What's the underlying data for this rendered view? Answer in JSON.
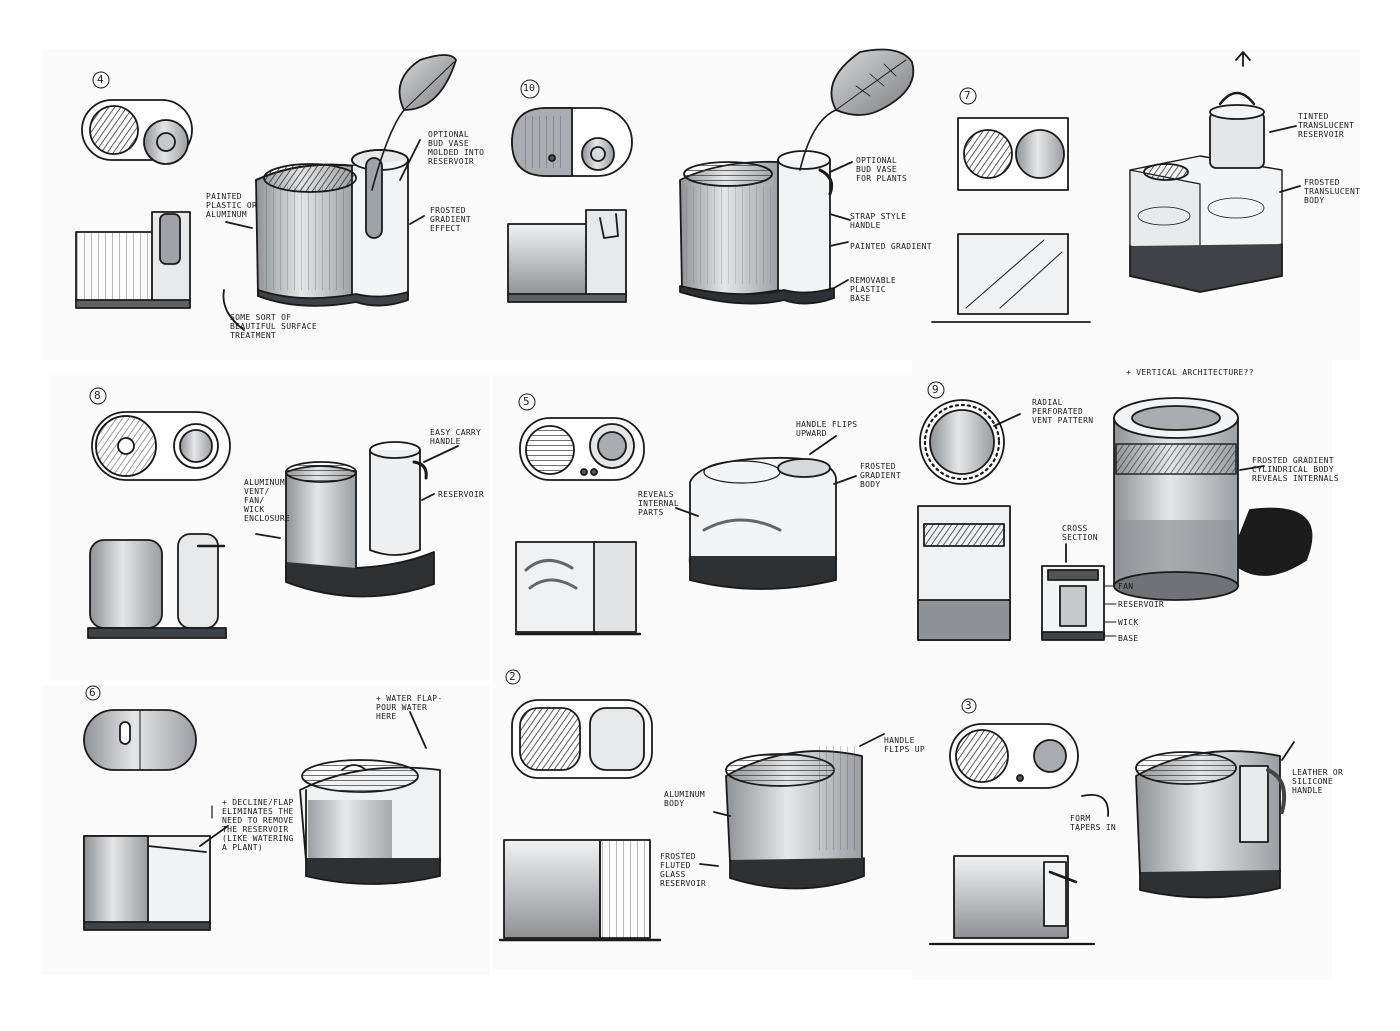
{
  "concepts": {
    "c4": {
      "number": "4",
      "notes": {
        "material": [
          "PAINTED",
          "PLASTIC OR",
          "ALUMINUM"
        ],
        "vase": [
          "OPTIONAL",
          "BUD VASE",
          "MOLDED INTO",
          "RESERVOIR"
        ],
        "frosted": [
          "FROSTED",
          "GRADIENT",
          "EFFECT"
        ],
        "surface": [
          "SOME SORT OF",
          "BEAUTIFUL SURFACE",
          "TREATMENT"
        ]
      }
    },
    "c10": {
      "number": "10",
      "notes": {
        "vase": [
          "OPTIONAL",
          "BUD VASE",
          "FOR PLANTS"
        ],
        "strap": [
          "STRAP STYLE",
          "HANDLE"
        ],
        "painted": [
          "PAINTED GRADIENT"
        ],
        "base": [
          "REMOVABLE",
          "PLASTIC",
          "BASE"
        ]
      }
    },
    "c7": {
      "number": "7",
      "notes": {
        "reservoir": [
          "TINTED",
          "TRANSLUCENT",
          "RESERVOIR"
        ],
        "body": [
          "FROSTED",
          "TRANSLUCENT",
          "BODY"
        ]
      }
    },
    "c8": {
      "number": "8",
      "notes": {
        "vent": [
          "ALUMINUM",
          "VENT/",
          "FAN/",
          "WICK",
          "ENCLOSURE"
        ],
        "handle": [
          "EASY CARRY",
          "HANDLE"
        ],
        "reservoir": [
          "RESERVOIR"
        ]
      }
    },
    "c5": {
      "number": "5",
      "notes": {
        "handle": [
          "HANDLE FLIPS",
          "UPWARD"
        ],
        "frosted": [
          "FROSTED",
          "GRADIENT",
          "BODY"
        ],
        "reveals": [
          "REVEALS",
          "INTERNAL",
          "PARTS"
        ]
      }
    },
    "c9": {
      "number": "9",
      "notes": {
        "header": [
          "+ VERTICAL ARCHITECTURE??"
        ],
        "radial": [
          "RADIAL",
          "PERFORATED",
          "VENT PATTERN"
        ],
        "frosted": [
          "FROSTED GRADIENT",
          "CYLINDRICAL BODY",
          "REVEALS INTERNALS"
        ],
        "cross": [
          "CROSS",
          "SECTION"
        ],
        "fan": [
          "FAN"
        ],
        "reservoir": [
          "RESERVOIR"
        ],
        "wick": [
          "WICK"
        ],
        "base": [
          "BASE"
        ]
      }
    },
    "c6": {
      "number": "6",
      "notes": {
        "flap": [
          "+ WATER FLAP-",
          "POUR WATER",
          "HERE"
        ],
        "decline": [
          "+ DECLINE/FLAP",
          "ELIMINATES THE",
          "NEED TO REMOVE",
          "THE RESERVOIR",
          "(LIKE WATERING",
          "A PLANT)"
        ]
      }
    },
    "c2": {
      "number": "2",
      "notes": {
        "handle": [
          "HANDLE",
          "FLIPS UP"
        ],
        "body": [
          "ALUMINUM",
          "BODY"
        ],
        "glass": [
          "FROSTED",
          "FLUTED",
          "GLASS",
          "RESERVOIR"
        ]
      }
    },
    "c3": {
      "number": "3",
      "notes": {
        "leather": [
          "LEATHER OR",
          "SILICONE",
          "HANDLE"
        ],
        "form": [
          "FORM",
          "TAPERS IN"
        ]
      }
    }
  },
  "colors": {
    "ink": "#1a1a1a",
    "marker_light": "#d7d9dc",
    "marker_mid": "#a9acb0",
    "marker_dark": "#5d6064",
    "paper": "#fbfbfb"
  }
}
